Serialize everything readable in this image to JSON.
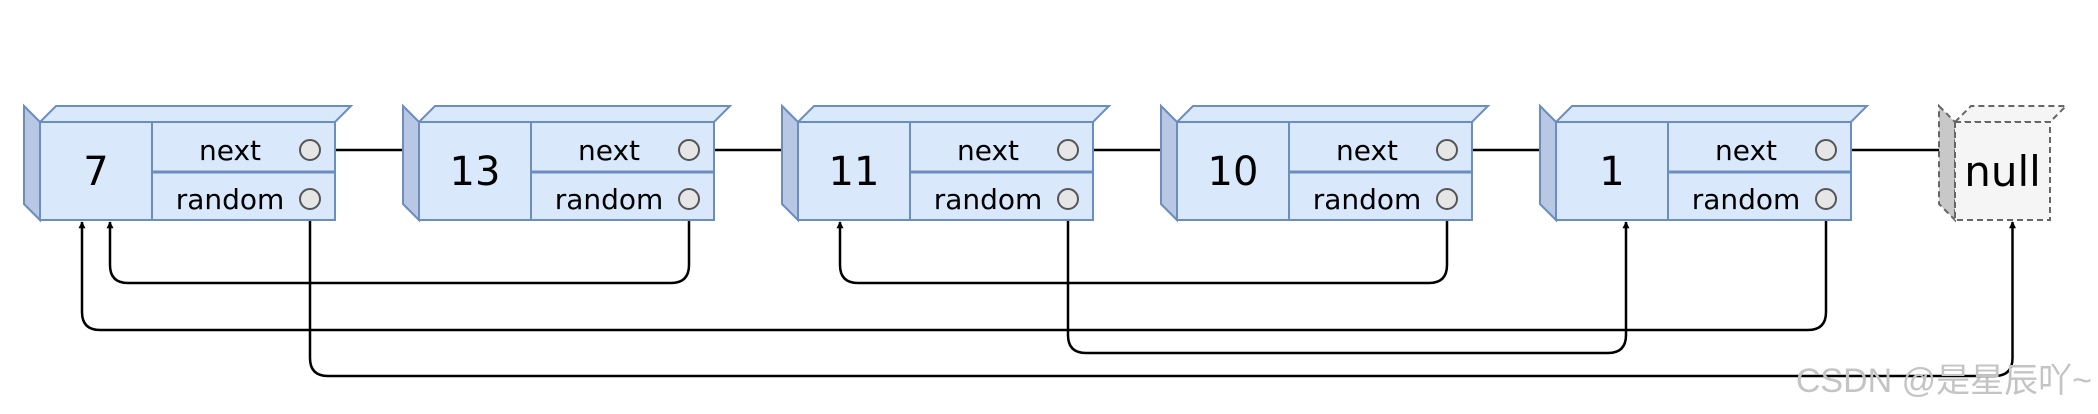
{
  "nodes": [
    {
      "id": "n0",
      "value": "7",
      "next_label": "next",
      "random_label": "random"
    },
    {
      "id": "n1",
      "value": "13",
      "next_label": "next",
      "random_label": "random"
    },
    {
      "id": "n2",
      "value": "11",
      "next_label": "next",
      "random_label": "random"
    },
    {
      "id": "n3",
      "value": "10",
      "next_label": "next",
      "random_label": "random"
    },
    {
      "id": "n4",
      "value": "1",
      "next_label": "next",
      "random_label": "random"
    }
  ],
  "null_node": {
    "label": "null"
  },
  "random_links": [
    {
      "from": 1,
      "to": 0
    },
    {
      "from": 4,
      "to": 0
    },
    {
      "from": 3,
      "to": 2
    },
    {
      "from": 2,
      "to": 4
    },
    {
      "from": 0,
      "to": "null"
    }
  ],
  "watermark": "CSDN @是星辰吖~",
  "colors": {
    "node_fill": "#dae8fc",
    "node_side": "#b8c8e4",
    "node_border": "#6c8ebf",
    "null_fill": "#f5f5f5",
    "null_side": "#c8c8c8",
    "null_border": "#666666",
    "line": "#000000",
    "port_fill": "#e6e6e6",
    "port_stroke": "#555555"
  }
}
